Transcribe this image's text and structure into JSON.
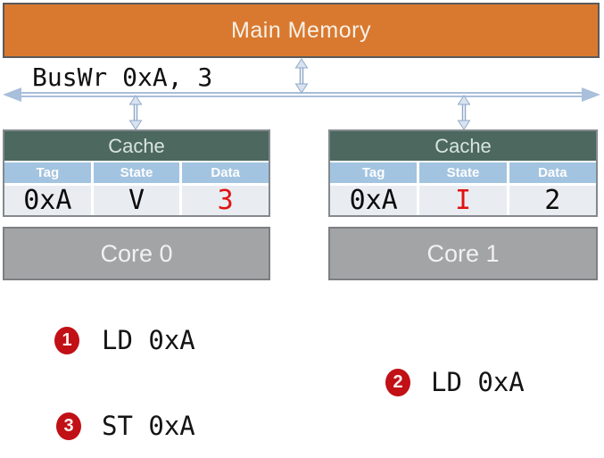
{
  "main_memory": {
    "label": "Main Memory"
  },
  "bus": {
    "label": "BusWr 0xA, 3"
  },
  "caches": [
    {
      "title": "Cache",
      "columns": [
        "Tag",
        "State",
        "Data"
      ],
      "row": {
        "tag": "0xA",
        "state": "V",
        "data": "3"
      },
      "highlighted_cell": "data"
    },
    {
      "title": "Cache",
      "columns": [
        "Tag",
        "State",
        "Data"
      ],
      "row": {
        "tag": "0xA",
        "state": "I",
        "data": "2"
      },
      "highlighted_cell": "state"
    }
  ],
  "cores": [
    {
      "label": "Core 0"
    },
    {
      "label": "Core 1"
    }
  ],
  "steps": [
    {
      "number": "1",
      "operation": "LD 0xA"
    },
    {
      "number": "2",
      "operation": "LD 0xA"
    },
    {
      "number": "3",
      "operation": "ST 0xA"
    }
  ],
  "colors": {
    "memory_orange": "#D9792F",
    "cache_header_green": "#4C685F",
    "column_header_blue": "#A3C4E0",
    "row_background": "#E9EDF2",
    "core_gray": "#A3A4A6",
    "highlight_red": "#E11212",
    "step_badge_red": "#C11016",
    "bus_arrow_blue": "#A9BFDB"
  }
}
